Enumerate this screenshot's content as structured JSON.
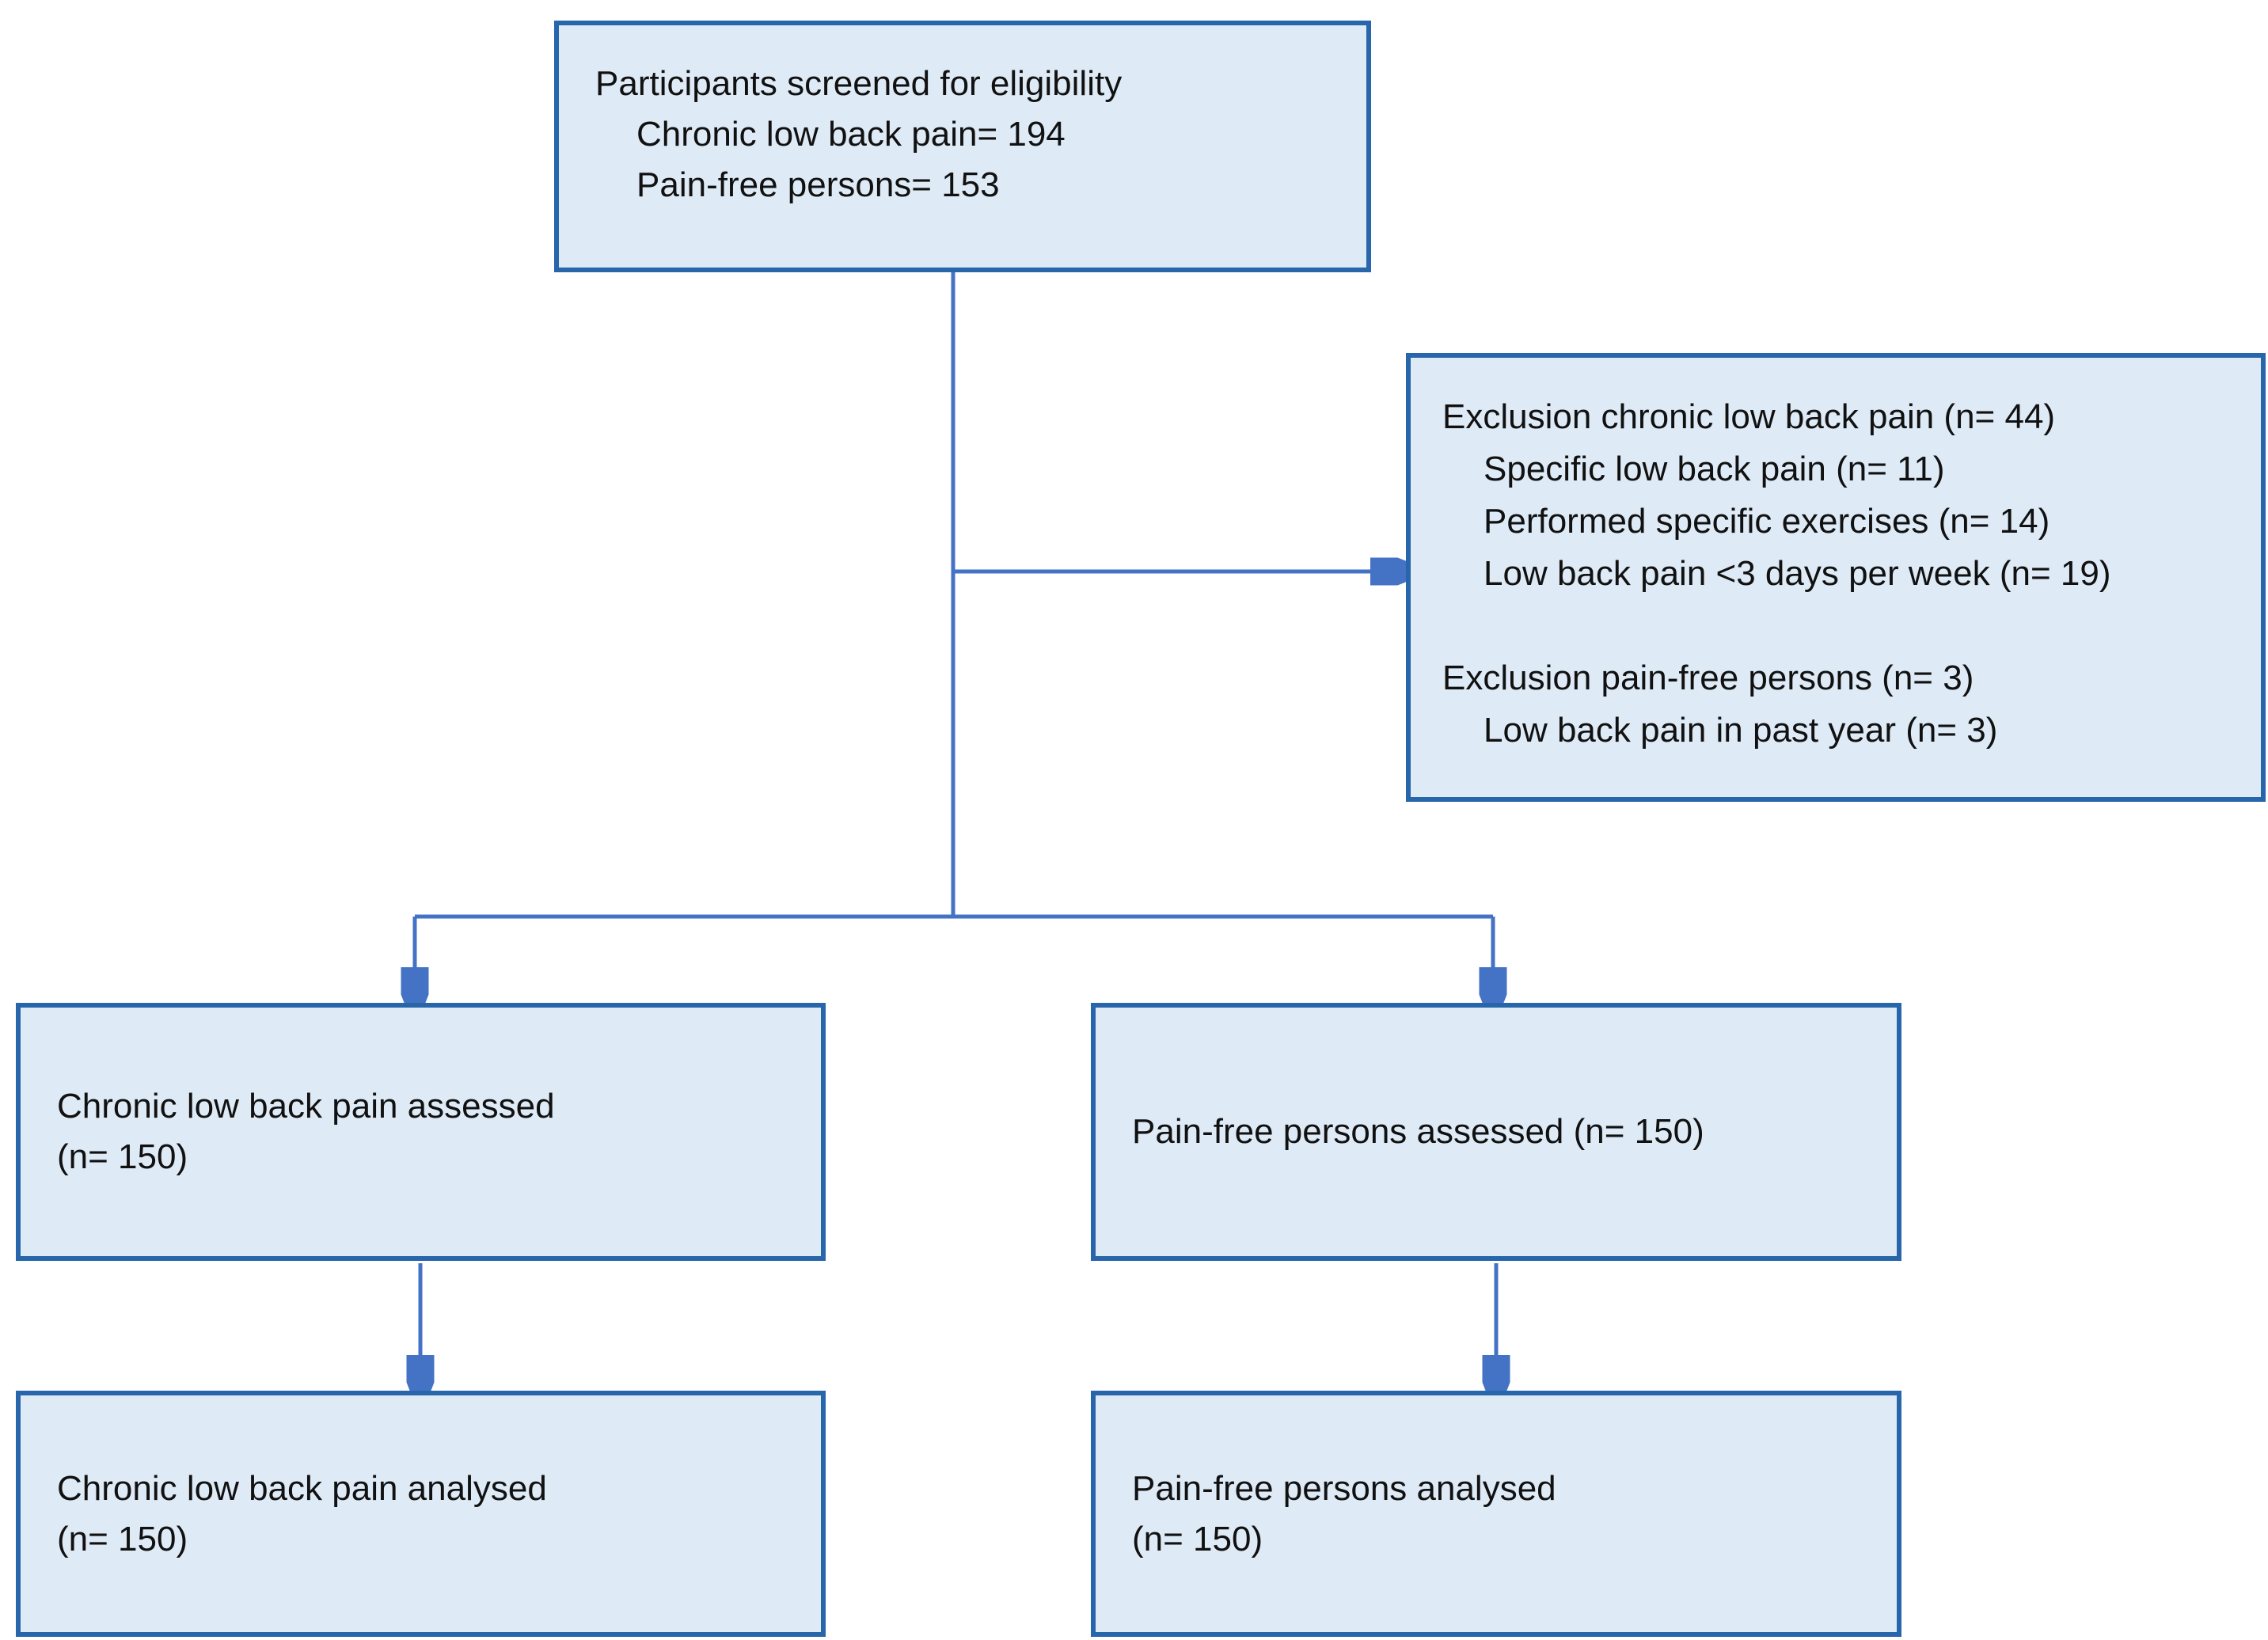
{
  "figure": {
    "type": "flowchart",
    "description": "Participant flow diagram for chronic low back pain study"
  },
  "boxes": {
    "screening": {
      "lines": [
        "Participants screened for eligibility",
        "Chronic low back pain= 194",
        "Pain-free persons= 153"
      ]
    },
    "exclusion": {
      "sections": [
        {
          "title": "Exclusion chronic low back pain (n= 44)",
          "items": [
            "Specific low back pain (n= 11)",
            "Performed specific exercises (n= 14)",
            "Low back pain <3 days per week (n= 19)"
          ]
        },
        {
          "title": "Exclusion pain-free persons (n= 3)",
          "items": [
            "Low back pain in past year (n= 3)"
          ]
        }
      ]
    },
    "assessed_clbp": {
      "lines": [
        "Chronic low back pain assessed",
        "(n= 150)"
      ]
    },
    "assessed_painfree": {
      "lines": [
        "Pain-free persons assessed (n= 150)"
      ]
    },
    "analysed_clbp": {
      "lines": [
        "Chronic low back pain analysed",
        "(n= 150)"
      ]
    },
    "analysed_painfree": {
      "lines": [
        "Pain-free persons analysed",
        "(n= 150)"
      ]
    }
  },
  "colors": {
    "box_fill": "#DEEAF6",
    "box_border": "#2766AB",
    "connector": "#4472C4",
    "text": "#111111",
    "background": "#FFFFFF"
  }
}
